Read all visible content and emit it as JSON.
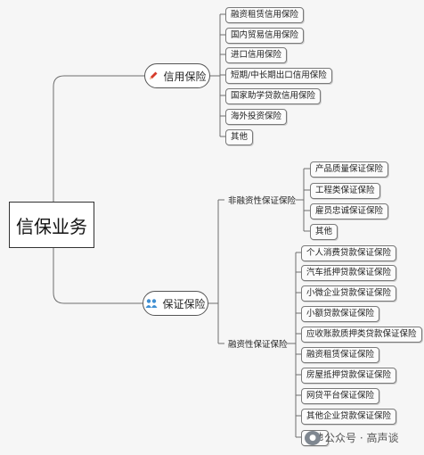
{
  "root": "信保业务",
  "credit": {
    "label": "信用保险",
    "icon": "pencil-icon",
    "items": [
      "融资租赁信用保险",
      "国内贸易信用保险",
      "进口信用保险",
      "短期/中长期出口信用保险",
      "国家助学贷款信用保险",
      "海外投资保险",
      "其他"
    ]
  },
  "guarantee": {
    "label": "保证保险",
    "icon": "people-icon",
    "non_financing": {
      "label": "非融资性保证保险",
      "items": [
        "产品质量保证保险",
        "工程类保证保险",
        "雇员忠诚保证保险",
        "其他"
      ]
    },
    "financing": {
      "label": "融资性保证保险",
      "items": [
        "个人消费贷款保证保险",
        "汽车抵押贷款保证保险",
        "小微企业贷款保证保险",
        "小额贷款保证保险",
        "应收账款质押类贷款保证保险",
        "融资租赁保证保险",
        "房屋抵押贷款保证保险",
        "网贷平台保证保险",
        "其他企业贷款保证保险",
        "其他"
      ]
    }
  },
  "watermark": "公众号 · 高声谈"
}
